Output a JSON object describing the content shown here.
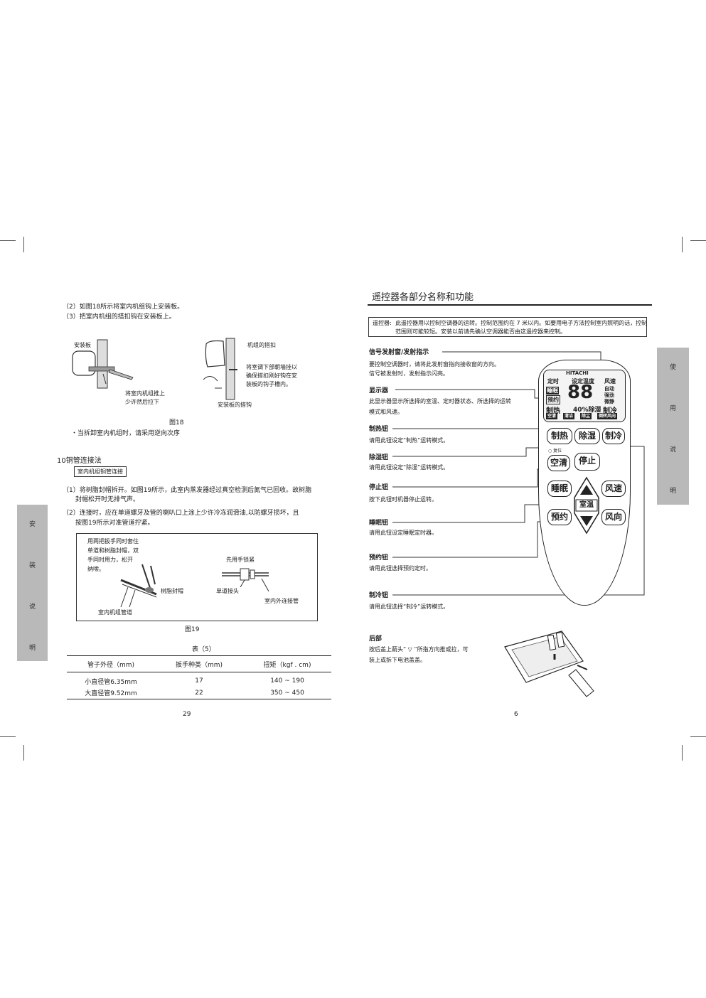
{
  "left_page": {
    "steps": [
      "（2）如图18所示将室内机组钩上安装板。",
      "（3）把室内机组的搭扣钩在安装板上。"
    ],
    "figure18": {
      "label_install_plate": "安装板",
      "label_lift": "将室内机组推上",
      "label_lift2": "少许然后拉下",
      "label_hook": "机组的搭扣",
      "label_note1": "将室调下部朝墙挂以",
      "label_note2": "确保搭扣刚好钩在安",
      "label_note3": "装板的钩子槽内。",
      "label_plate_hook": "安装板的搭钩",
      "caption": "图18"
    },
    "remove_note": "・当拆卸室内机组时，请采用逆向次序",
    "section10": {
      "title": "10铜管连接法",
      "boxed_label": "室内机组铜管连接",
      "step1_line1": "（1）将树脂封帽拆开。如图19所示，此室内蒸发器经过真空检测后氮气已回收。故树脂",
      "step1_line2": "封帽松开时无排气声。",
      "step2_line1": "（2）连接时，应在单道螺牙及管的喇叭口上涂上少许冷冻润滑油,以防螺牙损坏，且",
      "step2_line2": "按图19所示对准管道拧紧。"
    },
    "figure19": {
      "note1": "用两把扳手同时套住",
      "note2": "单道和树脂封帽，双",
      "note3": "手同时用力，松开",
      "note4": "纳嗦。",
      "label_resin_cap": "树脂封帽",
      "label_indoor_pipe": "室内机组管道",
      "label_lock": "先用手锁紧",
      "label_single_joint": "单道接头",
      "label_outdoor_pipe": "室内外连接管",
      "caption": "图19"
    },
    "table5": {
      "title": "表（5）",
      "headers": [
        "管子外径（mm)",
        "扳手种类（mm)",
        "扭矩（kgf . cm)"
      ],
      "rows": [
        [
          "小直径管6.35mm",
          "17",
          "140 ~ 190"
        ],
        [
          "大直径管9.52mm",
          "22",
          "350 ~ 450"
        ]
      ]
    },
    "page_number": "29",
    "side_tab": [
      "安",
      "装",
      "说",
      "明"
    ]
  },
  "right_page": {
    "title": "遥控器各部分名称和功能",
    "intro_lead": "遥控器:",
    "intro_line1": "此遥控器用以控制空调器的运转。控制范围约在 7 米以内。如要用电子方法控制室内照明的话，控制",
    "intro_line2": "范围则可能较短。安装以前请先确认空调器能否由这遥控器来控制。",
    "items": [
      {
        "title": "信号发射窗/发射指示",
        "desc1": "要控制空调器时，请将此发射窗指向接收窗的方向。",
        "desc2": "信号被发射时，发射指示闪亮。"
      },
      {
        "title": "显示器",
        "desc1": "此显示器显示所选择的室温、定时器状态、所选择的运转",
        "desc2": "模式和风速。"
      },
      {
        "title": "制热钮",
        "desc1": "请用此钮设定“制热”运转模式。",
        "desc2": ""
      },
      {
        "title": "除湿钮",
        "desc1": "请用此钮设定“除湿”运转模式。",
        "desc2": ""
      },
      {
        "title": "停止钮",
        "desc1": "按下此钮时机器停止运转。",
        "desc2": ""
      },
      {
        "title": "睡眠钮",
        "desc1": "请用此钮设定睡眠定时器。",
        "desc2": ""
      },
      {
        "title": "预约钮",
        "desc1": "请用此钮选择预约定时。",
        "desc2": ""
      },
      {
        "title": "制冷钮",
        "desc1": "请用此钮选择“制冷”运转模式。",
        "desc2": ""
      }
    ],
    "back": {
      "title": "后部",
      "desc1": "按后盖上箭头“ ▽ ”所指方向推或拉，可",
      "desc2": "装上或拆下电池盖盖。"
    },
    "remote": {
      "brand": "HITACHI",
      "lcd_top": [
        "定时",
        "设定温度",
        "风速"
      ],
      "lcd_left": [
        "睡眠",
        "预约"
      ],
      "lcd_digits": "88",
      "lcd_right": [
        "自动",
        "强劲",
        "微静"
      ],
      "lcd_mode": [
        "制热",
        "40%除湿",
        "制冷"
      ],
      "lcd_bottom": [
        "空清",
        "清洁",
        "除尘",
        "倒转风向"
      ],
      "reset_label": "复位",
      "buttons": {
        "heat": "制热",
        "dehum": "除湿",
        "cool": "制冷",
        "air_clean": "空清",
        "stop": "停止",
        "sleep": "睡眠",
        "fan_speed": "风速",
        "room_temp": "室温",
        "timer": "预约",
        "fan_dir": "风向"
      }
    },
    "page_number": "6",
    "side_tab": [
      "使",
      "用",
      "说",
      "明"
    ]
  }
}
